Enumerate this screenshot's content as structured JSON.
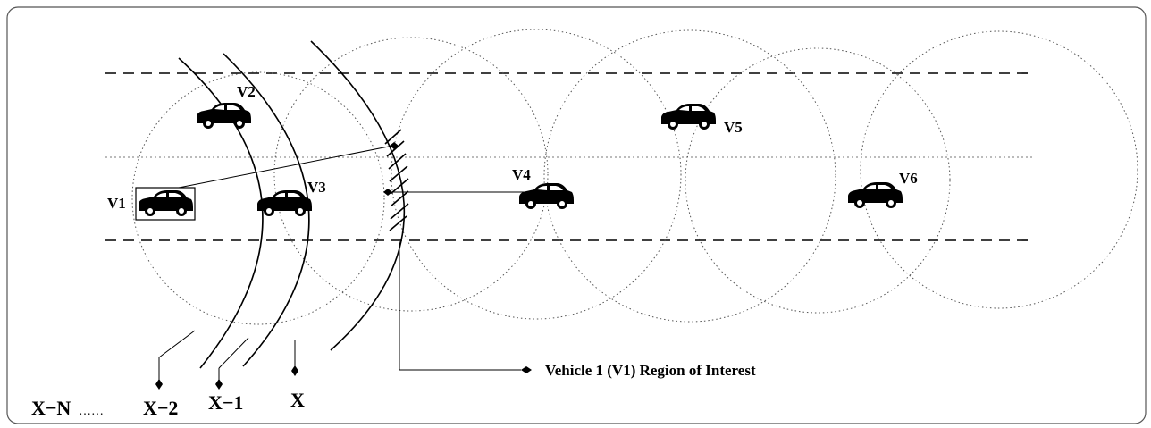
{
  "vehicles": [
    {
      "id": "v1",
      "label": "V1"
    },
    {
      "id": "v2",
      "label": "V2"
    },
    {
      "id": "v3",
      "label": "V3"
    },
    {
      "id": "v4",
      "label": "V4"
    },
    {
      "id": "v5",
      "label": "V5"
    },
    {
      "id": "v6",
      "label": "V6"
    }
  ],
  "wavefronts": {
    "x": "X",
    "x_minus_1": "X−1",
    "x_minus_2": "X−2",
    "x_minus_n": "X−N",
    "ellipsis": "……"
  },
  "region_of_interest_label": "Vehicle 1 (V1) Region of Interest"
}
